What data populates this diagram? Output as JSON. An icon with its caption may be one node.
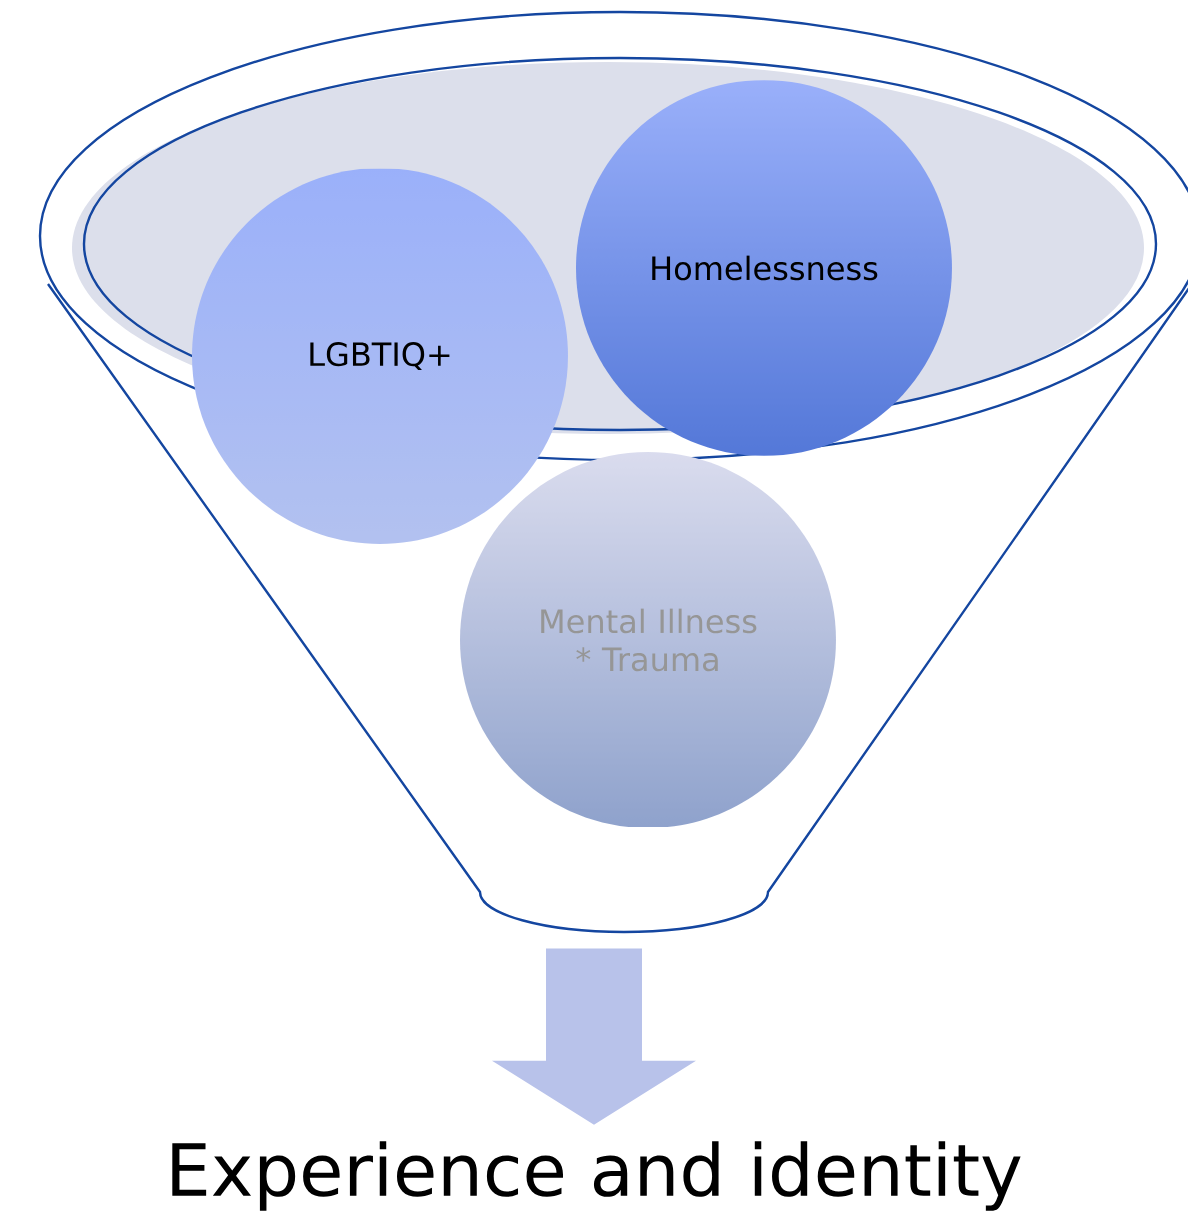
{
  "diagram": {
    "nodes": [
      {
        "text": [],
        "shape": "funnel"
      },
      {
        "text": [
          "LGBTIQ+"
        ],
        "in": 0
      },
      {
        "text": [
          "Homelessness"
        ],
        "in": 0
      },
      {
        "text": [
          "Mental Illness * Trauma"
        ],
        "in": 0
      },
      {
        "text": [
          "Experience and identity"
        ]
      }
    ],
    "edges": [
      {
        "from": 0,
        "to": 4,
        "arrow": "to"
      }
    ]
  }
}
